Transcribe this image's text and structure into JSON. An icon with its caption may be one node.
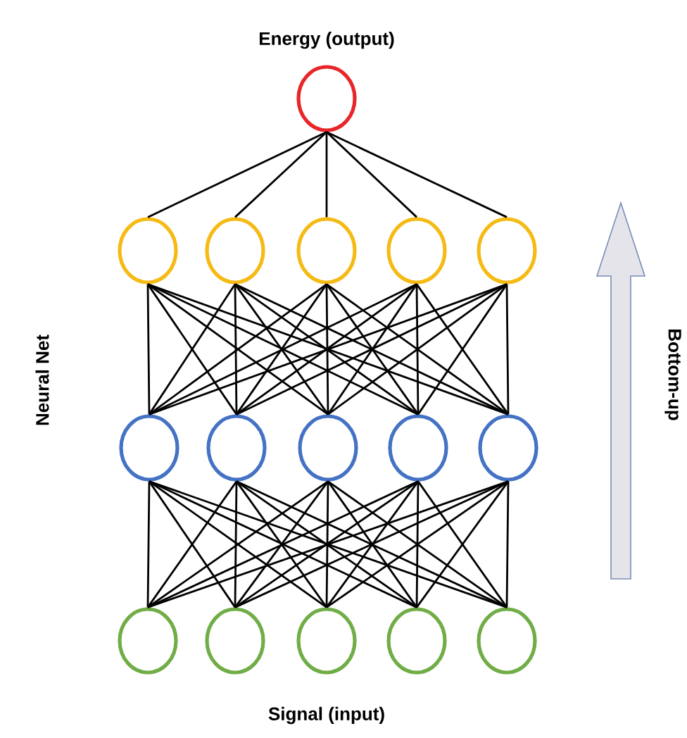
{
  "diagram": {
    "nodes": [
      {
        "text": [],
        "shape": "circle",
        "beside": [
          "Energy (output)"
        ]
      },
      {
        "text": [],
        "shape": "circle"
      },
      {
        "text": [],
        "shape": "circle"
      },
      {
        "text": [],
        "shape": "circle"
      },
      {
        "text": [],
        "shape": "circle"
      },
      {
        "text": [],
        "shape": "circle"
      },
      {
        "text": [],
        "shape": "circle"
      },
      {
        "text": [],
        "shape": "circle"
      },
      {
        "text": [],
        "shape": "circle"
      },
      {
        "text": [],
        "shape": "circle"
      },
      {
        "text": [],
        "shape": "circle"
      },
      {
        "text": [],
        "shape": "circle"
      },
      {
        "text": [],
        "shape": "circle"
      },
      {
        "text": [],
        "shape": "circle"
      },
      {
        "text": [],
        "shape": "circle"
      },
      {
        "text": [],
        "shape": "circle"
      }
    ],
    "edges": [
      {
        "from": 0,
        "to": 1,
        "arrow": "none"
      },
      {
        "from": 0,
        "to": 2,
        "arrow": "none"
      },
      {
        "from": 0,
        "to": 3,
        "arrow": "none"
      },
      {
        "from": 0,
        "to": 4,
        "arrow": "none"
      },
      {
        "from": 0,
        "to": 5,
        "arrow": "none"
      },
      {
        "from": 1,
        "to": 6,
        "arrow": "none"
      },
      {
        "from": 1,
        "to": 7,
        "arrow": "none"
      },
      {
        "from": 1,
        "to": 8,
        "arrow": "none"
      },
      {
        "from": 1,
        "to": 9,
        "arrow": "none"
      },
      {
        "from": 1,
        "to": 10,
        "arrow": "none"
      },
      {
        "from": 2,
        "to": 6,
        "arrow": "none"
      },
      {
        "from": 2,
        "to": 7,
        "arrow": "none"
      },
      {
        "from": 2,
        "to": 8,
        "arrow": "none"
      },
      {
        "from": 2,
        "to": 9,
        "arrow": "none"
      },
      {
        "from": 2,
        "to": 10,
        "arrow": "none"
      },
      {
        "from": 3,
        "to": 6,
        "arrow": "none"
      },
      {
        "from": 3,
        "to": 7,
        "arrow": "none"
      },
      {
        "from": 3,
        "to": 8,
        "arrow": "none"
      },
      {
        "from": 3,
        "to": 9,
        "arrow": "none"
      },
      {
        "from": 3,
        "to": 10,
        "arrow": "none"
      },
      {
        "from": 4,
        "to": 6,
        "arrow": "none"
      },
      {
        "from": 4,
        "to": 7,
        "arrow": "none"
      },
      {
        "from": 4,
        "to": 8,
        "arrow": "none"
      },
      {
        "from": 4,
        "to": 9,
        "arrow": "none"
      },
      {
        "from": 4,
        "to": 10,
        "arrow": "none"
      },
      {
        "from": 5,
        "to": 6,
        "arrow": "none"
      },
      {
        "from": 5,
        "to": 7,
        "arrow": "none"
      },
      {
        "from": 5,
        "to": 8,
        "arrow": "none"
      },
      {
        "from": 5,
        "to": 9,
        "arrow": "none"
      },
      {
        "from": 5,
        "to": 10,
        "arrow": "none"
      },
      {
        "from": 6,
        "to": 11,
        "arrow": "none"
      },
      {
        "from": 6,
        "to": 12,
        "arrow": "none"
      },
      {
        "from": 6,
        "to": 13,
        "arrow": "none"
      },
      {
        "from": 6,
        "to": 14,
        "arrow": "none"
      },
      {
        "from": 6,
        "to": 15,
        "arrow": "none"
      },
      {
        "from": 7,
        "to": 11,
        "arrow": "none"
      },
      {
        "from": 7,
        "to": 12,
        "arrow": "none"
      },
      {
        "from": 7,
        "to": 13,
        "arrow": "none"
      },
      {
        "from": 7,
        "to": 14,
        "arrow": "none"
      },
      {
        "from": 7,
        "to": 15,
        "arrow": "none"
      },
      {
        "from": 8,
        "to": 11,
        "arrow": "none"
      },
      {
        "from": 8,
        "to": 12,
        "arrow": "none"
      },
      {
        "from": 8,
        "to": 13,
        "arrow": "none"
      },
      {
        "from": 8,
        "to": 14,
        "arrow": "none"
      },
      {
        "from": 8,
        "to": 15,
        "arrow": "none"
      },
      {
        "from": 9,
        "to": 11,
        "arrow": "none"
      },
      {
        "from": 9,
        "to": 12,
        "arrow": "none"
      },
      {
        "from": 9,
        "to": 13,
        "arrow": "none"
      },
      {
        "from": 9,
        "to": 14,
        "arrow": "none"
      },
      {
        "from": 9,
        "to": 15,
        "arrow": "none"
      },
      {
        "from": 10,
        "to": 11,
        "arrow": "none"
      },
      {
        "from": 10,
        "to": 12,
        "arrow": "none"
      },
      {
        "from": 10,
        "to": 13,
        "arrow": "none"
      },
      {
        "from": 10,
        "to": 14,
        "arrow": "none"
      },
      {
        "from": 10,
        "to": 15,
        "arrow": "none"
      }
    ],
    "labels": [
      "Neural Net",
      "Bottom-up",
      "Signal (input)"
    ]
  }
}
